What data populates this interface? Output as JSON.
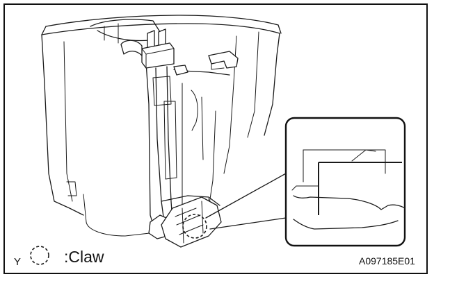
{
  "legend": {
    "marker_letter": "Y",
    "label": ":Claw"
  },
  "figure_code": "A097185E01"
}
